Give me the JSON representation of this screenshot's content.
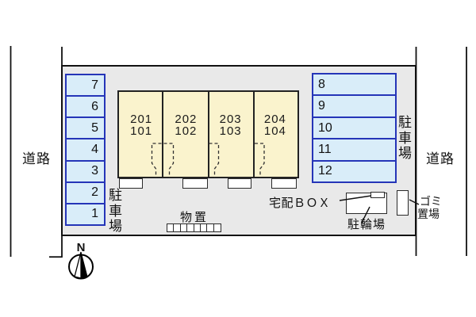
{
  "roads": {
    "left_label": "道路",
    "right_label": "道路"
  },
  "parking_left": {
    "label": "駐車場",
    "spaces": [
      "7",
      "6",
      "5",
      "4",
      "3",
      "2",
      "1"
    ]
  },
  "parking_right": {
    "label": "駐車場",
    "spaces": [
      "8",
      "9",
      "10",
      "11",
      "12"
    ]
  },
  "building": {
    "units": [
      {
        "upper": "201",
        "lower": "101"
      },
      {
        "upper": "202",
        "lower": "102"
      },
      {
        "upper": "203",
        "lower": "103"
      },
      {
        "upper": "204",
        "lower": "104"
      }
    ]
  },
  "facilities": {
    "delivery_box_label": "宅配ＢＯＸ",
    "bicycle_parking_label": "駐輪場",
    "garbage_label_line1": "ゴミ",
    "garbage_label_line2": "置場",
    "storage_label": "物置"
  },
  "compass": {
    "north_label": "N"
  },
  "colors": {
    "site_fill": "#e9e9e9",
    "parking_fill": "#d9edf9",
    "parking_border": "#2535b8",
    "building_fill": "#faf3cd",
    "line": "#111111"
  }
}
